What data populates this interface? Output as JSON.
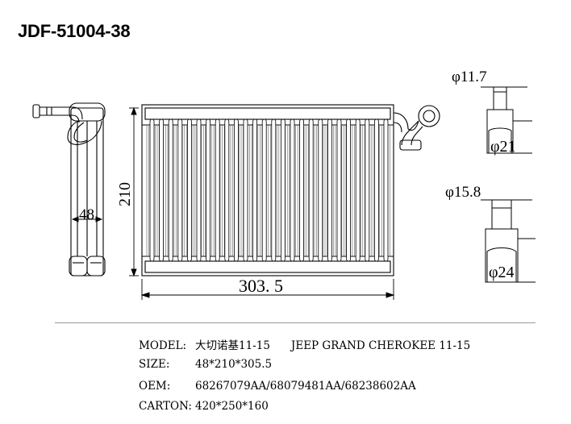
{
  "header": {
    "part_number": "JDF-51004-38"
  },
  "dimensions": {
    "side_width": "48",
    "height": "210",
    "length": "303. 5",
    "pipe_small_inner": "φ11.7",
    "pipe_small_outer": "φ21",
    "pipe_large_inner": "φ15.8",
    "pipe_large_outer": "φ24"
  },
  "specs": {
    "model_label": "MODEL:",
    "model_value_cn": "大切诺基11-15",
    "model_value_en": "JEEP GRAND CHEROKEE 11-15",
    "size_label": "SIZE:",
    "size_value": "48*210*305.5",
    "oem_label": "OEM:",
    "oem_value": "68267079AA/68079481AA/68238602AA",
    "carton_label": "CARTON:",
    "carton_value": "420*250*160"
  },
  "colors": {
    "line": "#000000",
    "rule": "#9a9a9a"
  }
}
